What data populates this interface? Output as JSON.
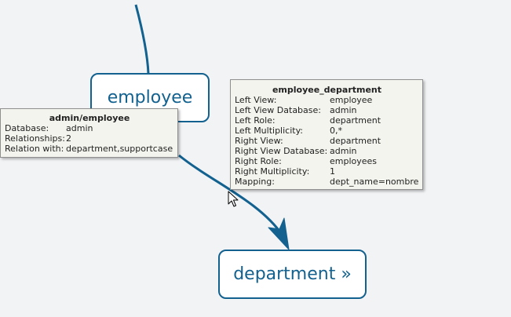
{
  "colors": {
    "background": "#f2f3f5",
    "node_border": "#12618f",
    "node_text": "#12618f",
    "edge": "#12618f",
    "tooltip_background": "#f4f4ef"
  },
  "nodes": {
    "employee": {
      "label": "employee"
    },
    "department": {
      "label": "department »"
    }
  },
  "node_tooltip": {
    "title": "admin/employee",
    "rows": [
      {
        "key": "Database:",
        "value": "admin"
      },
      {
        "key": "Relationships:",
        "value": "2"
      },
      {
        "key": "Relation with:",
        "value": "department,supportcase"
      }
    ]
  },
  "relation_tooltip": {
    "title": "employee_department",
    "rows": [
      {
        "key": "Left View:",
        "value": "employee"
      },
      {
        "key": "Left View Database:",
        "value": "admin"
      },
      {
        "key": "Left Role:",
        "value": "department"
      },
      {
        "key": "Left Multiplicity:",
        "value": "0,*"
      },
      {
        "key": "Right View:",
        "value": "department"
      },
      {
        "key": "Right View Database:",
        "value": "admin"
      },
      {
        "key": "Right Role:",
        "value": "employees"
      },
      {
        "key": "Right Multiplicity:",
        "value": "1"
      },
      {
        "key": "Mapping:",
        "value": "dept_name=nombre"
      }
    ]
  },
  "cursor_icon": "mouse-pointer-icon"
}
